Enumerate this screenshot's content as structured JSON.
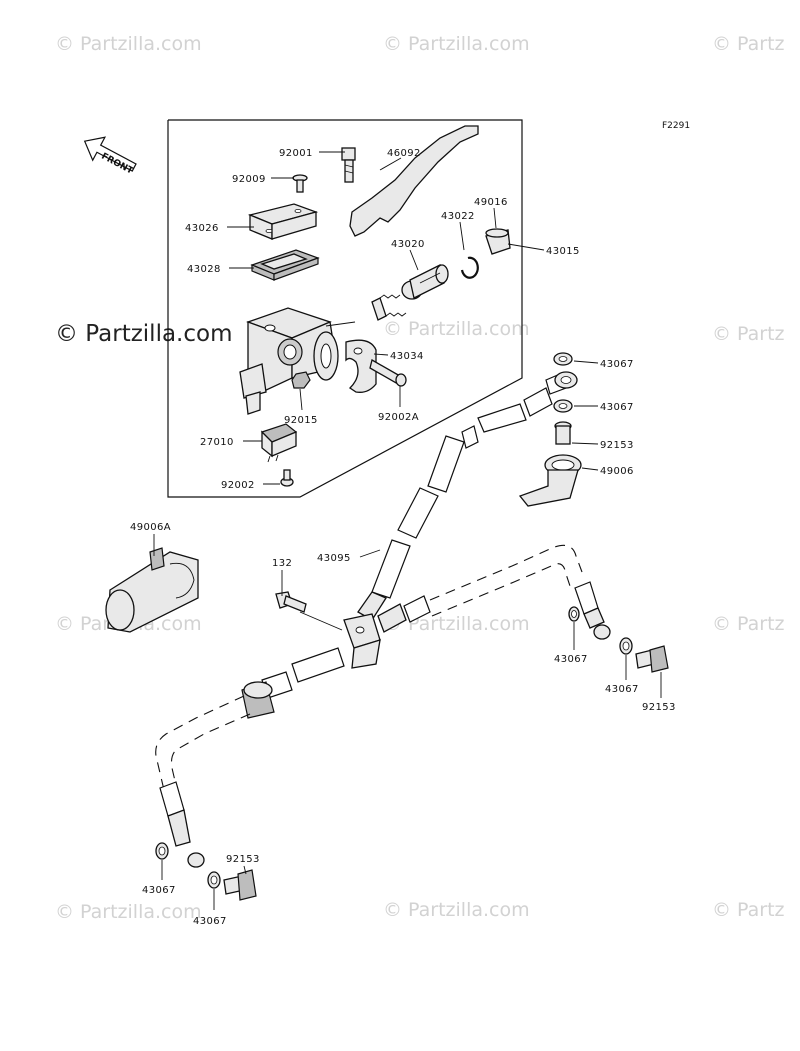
{
  "figure_code": "F2291",
  "front_label": "FRONT",
  "watermark": {
    "text": "© Partzilla.com",
    "text_short": "© Partz",
    "main_text": "© Partzilla.com"
  },
  "callouts": {
    "p92001": "92001",
    "p46092": "46092",
    "p92009": "92009",
    "p43026": "43026",
    "p43022": "43022",
    "p49016": "49016",
    "p43020": "43020",
    "p43015": "43015",
    "p43028": "43028",
    "p43034": "43034",
    "p92015": "92015",
    "p92002A": "92002A",
    "p27010": "27010",
    "p92002": "92002",
    "p43067_a": "43067",
    "p43067_b": "43067",
    "p92153_a": "92153",
    "p49006": "49006",
    "p49006A": "49006A",
    "p132": "132",
    "p43095": "43095",
    "p43067_c": "43067",
    "p43067_d": "43067",
    "p92153_b": "92153",
    "p92153_c": "92153",
    "p43067_e": "43067",
    "p43067_f": "43067"
  }
}
